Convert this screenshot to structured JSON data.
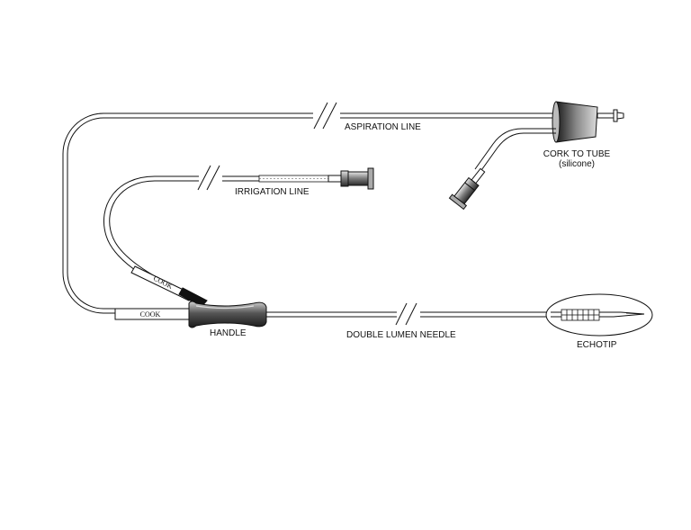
{
  "labels": {
    "aspiration_line": "ASPIRATION LINE",
    "cork_to_tube": "CORK TO TUBE",
    "cork_material": "(silicone)",
    "irrigation_line": "IRRIGATION LINE",
    "handle": "HANDLE",
    "double_lumen_needle": "DOUBLE LUMEN NEEDLE",
    "echotip": "ECHOTIP"
  },
  "brand_marks": {
    "lower": "COOK",
    "upper": "COOK"
  },
  "colors": {
    "line": "#111111",
    "background": "#ffffff",
    "fill_dark": "#333333"
  }
}
